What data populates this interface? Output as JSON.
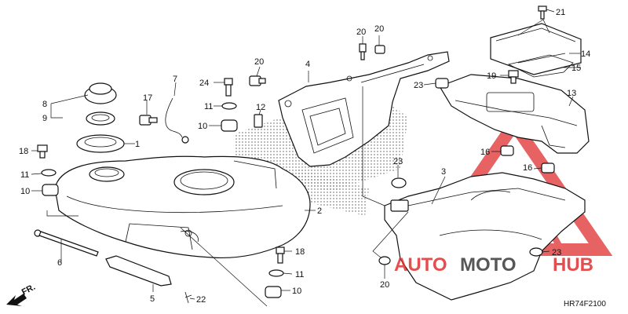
{
  "diagram": {
    "code": "HR74F2100",
    "direction_label": "FR.",
    "callouts": [
      {
        "id": "c1",
        "text": "1"
      },
      {
        "id": "c2",
        "text": "2"
      },
      {
        "id": "c3",
        "text": "3"
      },
      {
        "id": "c4",
        "text": "4"
      },
      {
        "id": "c5",
        "text": "5"
      },
      {
        "id": "c6",
        "text": "6"
      },
      {
        "id": "c7",
        "text": "7"
      },
      {
        "id": "c8",
        "text": "8"
      },
      {
        "id": "c9",
        "text": "9"
      },
      {
        "id": "c10a",
        "text": "10"
      },
      {
        "id": "c10b",
        "text": "10"
      },
      {
        "id": "c10c",
        "text": "10"
      },
      {
        "id": "c11a",
        "text": "11"
      },
      {
        "id": "c11b",
        "text": "11"
      },
      {
        "id": "c11c",
        "text": "11"
      },
      {
        "id": "c12",
        "text": "12"
      },
      {
        "id": "c13",
        "text": "13"
      },
      {
        "id": "c14",
        "text": "14"
      },
      {
        "id": "c15",
        "text": "15"
      },
      {
        "id": "c16a",
        "text": "16"
      },
      {
        "id": "c16b",
        "text": "16"
      },
      {
        "id": "c17",
        "text": "17"
      },
      {
        "id": "c18a",
        "text": "18"
      },
      {
        "id": "c18b",
        "text": "18"
      },
      {
        "id": "c19",
        "text": "19"
      },
      {
        "id": "c20a",
        "text": "20"
      },
      {
        "id": "c20b",
        "text": "20"
      },
      {
        "id": "c20c",
        "text": "20"
      },
      {
        "id": "c20d",
        "text": "20"
      },
      {
        "id": "c21",
        "text": "21"
      },
      {
        "id": "c22",
        "text": "22"
      },
      {
        "id": "c23a",
        "text": "23"
      },
      {
        "id": "c23b",
        "text": "23"
      },
      {
        "id": "c23c",
        "text": "23"
      },
      {
        "id": "c24",
        "text": "24"
      }
    ]
  },
  "watermark": {
    "brand_part1": "AUTO",
    "brand_part2": "MOTO",
    "brand_part3": "HUB",
    "color_red": "#e03030",
    "color_dark": "#3a3a3a"
  }
}
